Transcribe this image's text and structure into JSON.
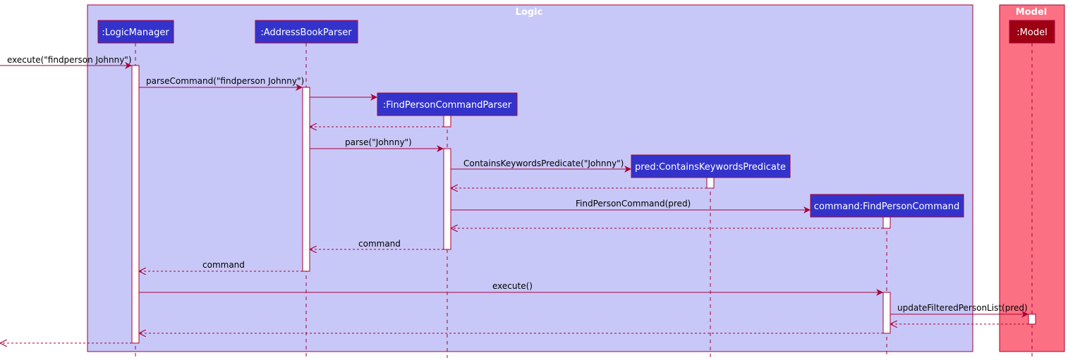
{
  "colors": {
    "logic_box": "#c8c8f8",
    "model_box": "#fb7183",
    "participant_fill": "#3333cc",
    "model_participant_fill": "#9d0012",
    "border": "#a80036",
    "activation": "#ffffff"
  },
  "boxes": {
    "logic_title": "Logic",
    "model_title": "Model"
  },
  "participants": {
    "logic_manager": ":LogicManager",
    "parser": ":AddressBookParser",
    "find_parser": ":FindPersonCommandParser",
    "predicate": "pred:ContainsKeywordsPredicate",
    "command": "command:FindPersonCommand",
    "model": ":Model"
  },
  "messages": {
    "execute_in": "execute(\"findperson Johnny\")",
    "parse_command": "parseCommand(\"findperson Johnny\")",
    "parse": "parse(\"Johnny\")",
    "create_predicate": "ContainsKeywordsPredicate(\"Johnny\")",
    "create_command": "FindPersonCommand(pred)",
    "return_command_1": "command",
    "return_command_2": "command",
    "execute": "execute()",
    "update_list": "updateFilteredPersonList(pred)"
  }
}
